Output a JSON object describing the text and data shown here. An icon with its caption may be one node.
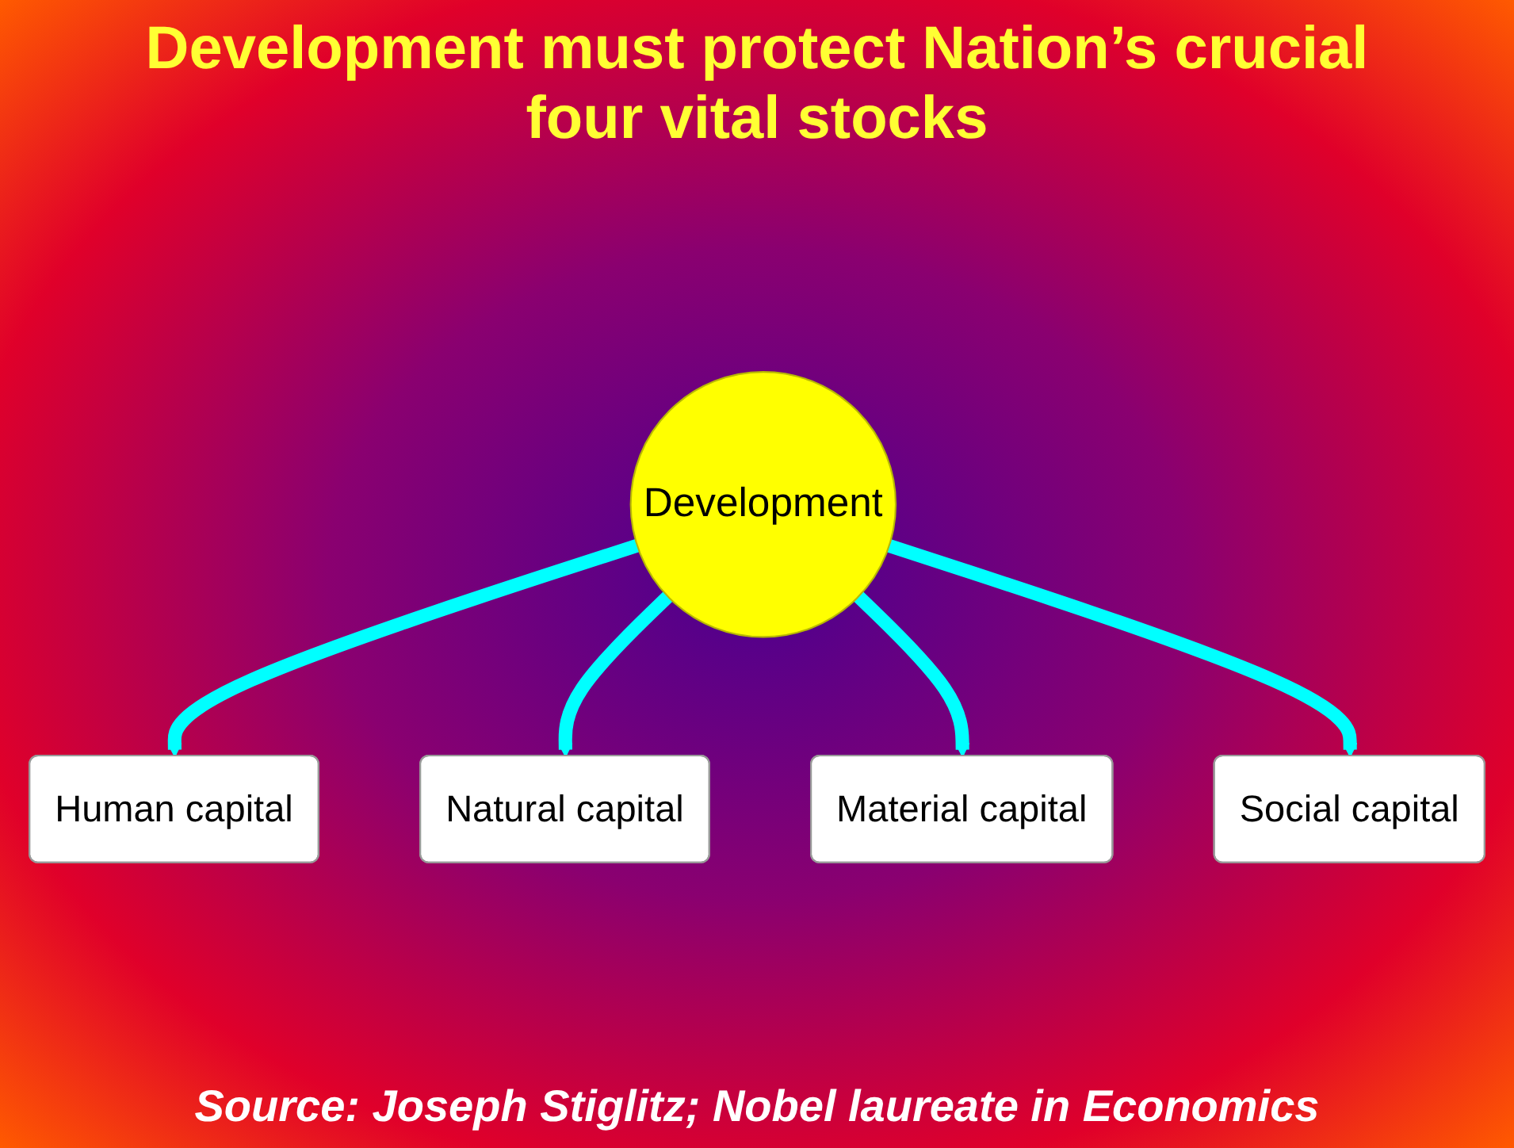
{
  "diagram": {
    "title": "Development must protect Nation’s crucial four vital stocks",
    "caption": "Source: Joseph Stiglitz; Nobel laureate in Economics",
    "nodes": [
      {
        "text": [
          "Human capital"
        ]
      },
      {
        "text": [
          "Natural capital"
        ]
      },
      {
        "text": [
          "Development"
        ]
      },
      {
        "text": [
          "Material capital"
        ]
      },
      {
        "text": [
          "Social capital"
        ]
      }
    ],
    "edges": [
      {
        "from": 2,
        "to": 0,
        "arrow": "to"
      },
      {
        "from": 2,
        "to": 1,
        "arrow": "to"
      },
      {
        "from": 2,
        "to": 3,
        "arrow": "to"
      },
      {
        "from": 2,
        "to": 4,
        "arrow": "to"
      }
    ]
  }
}
